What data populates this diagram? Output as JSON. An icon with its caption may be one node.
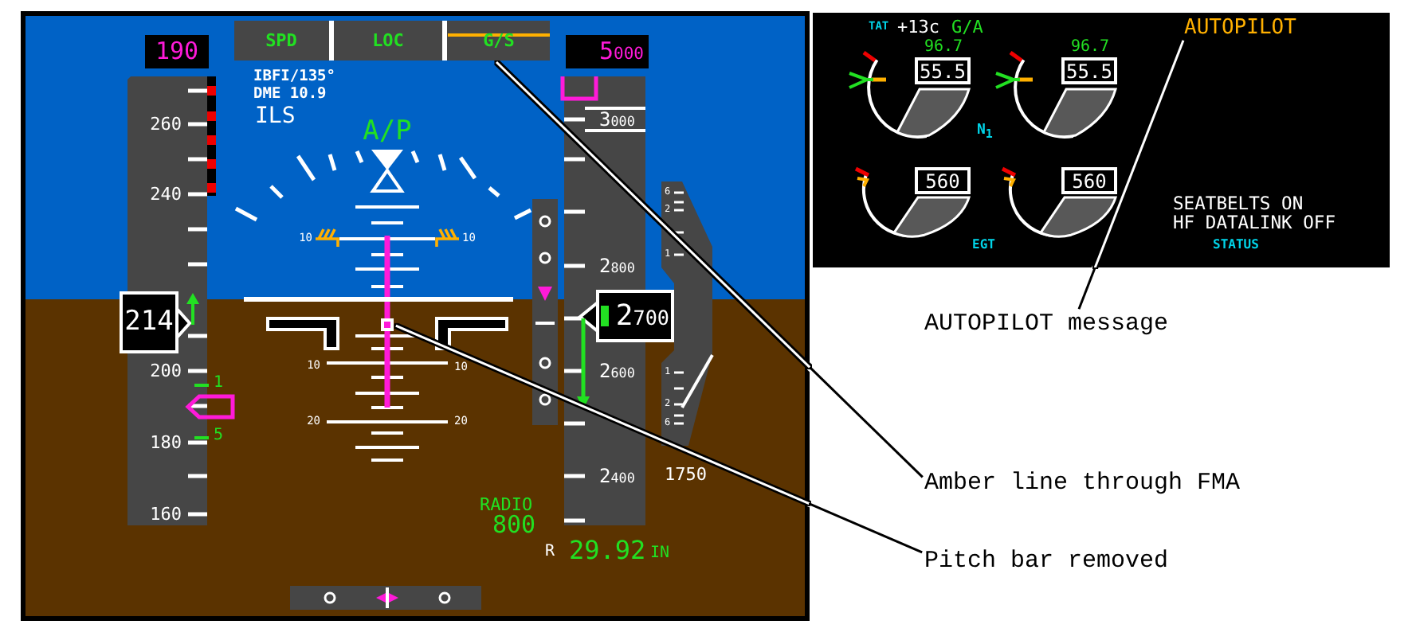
{
  "diagram": {
    "nodes": [
      {
        "text": [],
        "shape": "box"
      },
      {
        "text": [
          "190"
        ],
        "in": 0
      },
      {
        "text": [
          "SPD"
        ],
        "in": 0
      },
      {
        "text": [
          "LOC"
        ],
        "in": 0
      },
      {
        "text": [
          "G/S"
        ],
        "in": 0
      },
      {
        "text": [
          "5000"
        ],
        "in": 0
      },
      {
        "text": [
          "214"
        ],
        "in": 0
      },
      {
        "text": [],
        "shape": "box",
        "in": 0
      },
      {
        "text": [
          "2700"
        ],
        "in": 0
      },
      {
        "text": [],
        "shape": "box"
      },
      {
        "text": [
          "AUTOPILOT"
        ],
        "in": 9
      },
      {
        "text": [
          "55.5"
        ],
        "in": 9,
        "beside": [
          "96.7"
        ]
      },
      {
        "text": [
          "55.5"
        ],
        "in": 9,
        "beside": [
          "96.7"
        ]
      },
      {
        "text": [
          "560"
        ],
        "in": 9
      },
      {
        "text": [
          "560"
        ],
        "in": 9
      },
      {
        "text": [
          "AUTOPILOT message"
        ]
      },
      {
        "text": [
          "Amber line through FMA"
        ]
      },
      {
        "text": [
          "Pitch bar removed"
        ]
      }
    ],
    "edges": [
      {
        "from": 15,
        "to": 10,
        "arrow": "none"
      },
      {
        "from": 16,
        "to": 4,
        "arrow": "none"
      },
      {
        "from": 17,
        "to": 7,
        "arrow": "none"
      }
    ],
    "labels": [
      "IBFI/135°",
      "DME 10.9",
      "ILS",
      "A/P",
      "260",
      "240",
      "200",
      "180",
      "160",
      "1",
      "5",
      "10",
      "10",
      "10",
      "10",
      "20",
      "20",
      "3000",
      "2800",
      "2600",
      "2400",
      "6",
      "2",
      "1",
      "1",
      "2",
      "6",
      "1750",
      "RADIO",
      "800",
      "R",
      "29.92",
      "IN",
      "TAT",
      "+13c",
      "G/A",
      "N$_{1}$",
      "SEATBELTS ON",
      "HF DATALINK OFF",
      "EGT",
      "STATUS"
    ]
  }
}
